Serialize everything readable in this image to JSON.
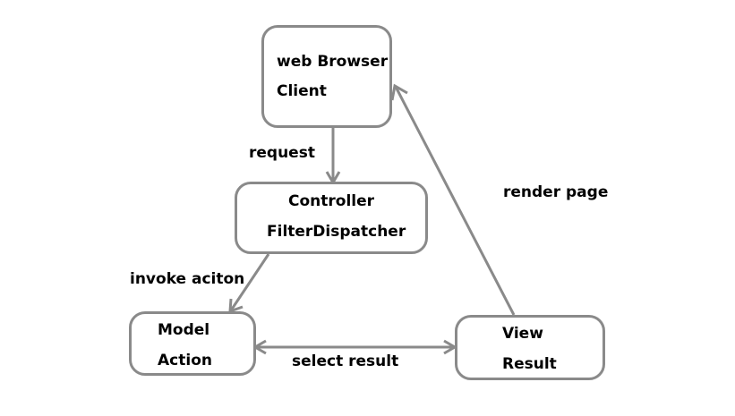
{
  "nodes": {
    "browser": {
      "line1": "web Browser",
      "line2": "Client"
    },
    "controller": {
      "line1": "Controller",
      "line2": "FilterDispatcher"
    },
    "model": {
      "line1": "Model",
      "line2": "Action"
    },
    "view": {
      "line1": "View",
      "line2": "Result"
    }
  },
  "edges": {
    "request": "request",
    "invoke": "invoke aciton",
    "select": "select result",
    "render": "render page"
  },
  "colors": {
    "stroke": "#8a8a8a",
    "text": "#000000"
  }
}
